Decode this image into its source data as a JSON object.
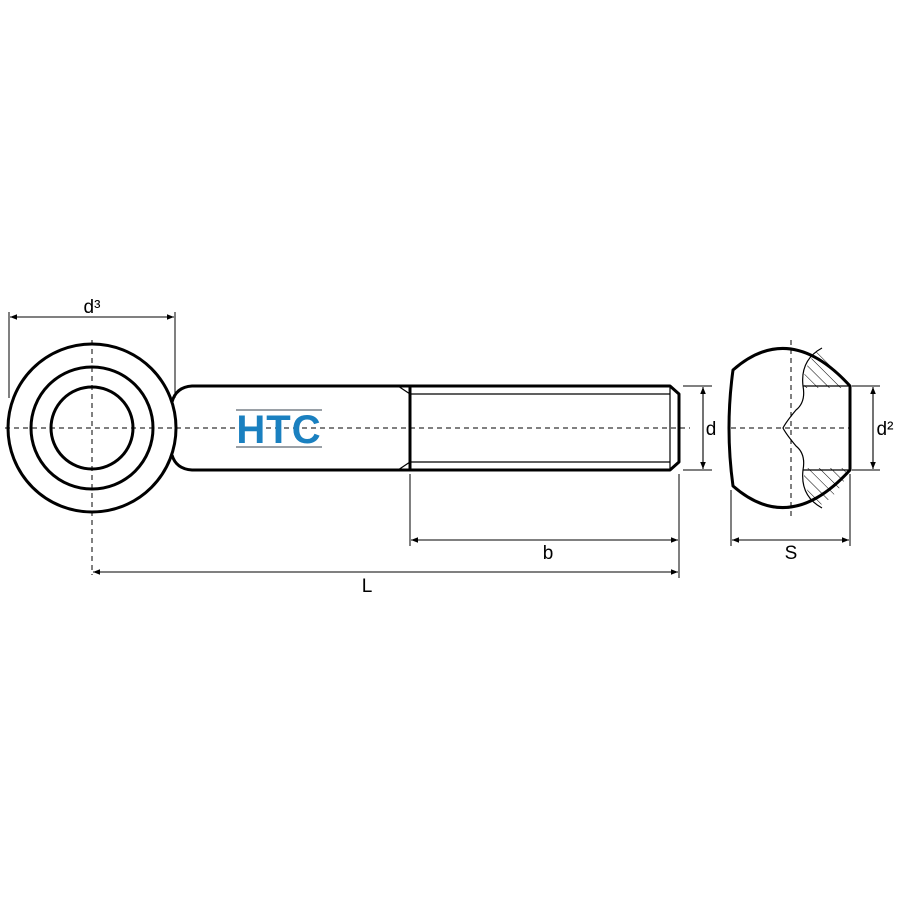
{
  "drawing": {
    "logo": {
      "text": "HTC",
      "color": "#1a80c0",
      "rule_color": "#9aa0a6"
    },
    "dimensions": {
      "d3": "d³",
      "d": "d",
      "d2": "d²",
      "b": "b",
      "L": "L",
      "S": "S"
    }
  }
}
